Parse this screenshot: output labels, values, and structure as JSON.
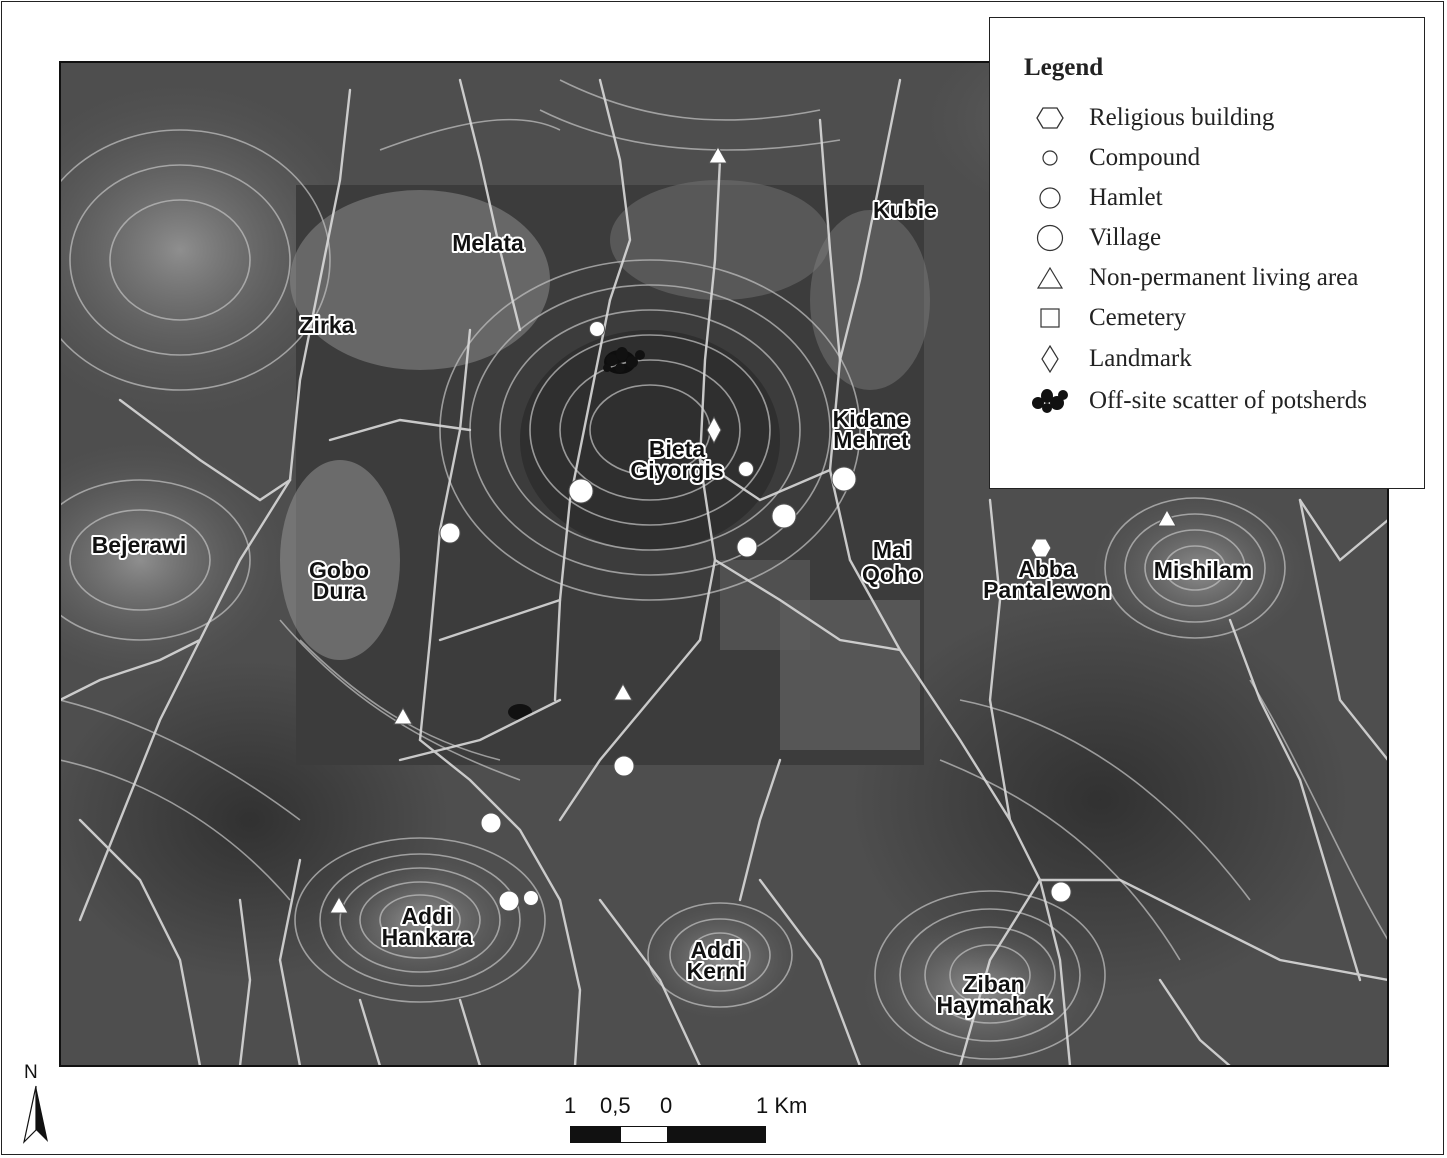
{
  "legend": {
    "title": "Legend",
    "items": [
      {
        "symbol": "hexagon-icon",
        "label": "Religious building"
      },
      {
        "symbol": "small-circle-icon",
        "label": "Compound"
      },
      {
        "symbol": "medium-circle-icon",
        "label": "Hamlet"
      },
      {
        "symbol": "large-circle-icon",
        "label": "Village"
      },
      {
        "symbol": "triangle-icon",
        "label": "Non-permanent living area"
      },
      {
        "symbol": "square-icon",
        "label": "Cemetery"
      },
      {
        "symbol": "diamond-icon",
        "label": "Landmark"
      },
      {
        "symbol": "potsherd-scatter-icon",
        "label": "Off-site scatter of potsherds"
      }
    ]
  },
  "places": [
    {
      "name": "Melata",
      "lines": [
        "Melata"
      ]
    },
    {
      "name": "Kubie",
      "lines": [
        "Kubie"
      ]
    },
    {
      "name": "Zirka",
      "lines": [
        "Zirka"
      ]
    },
    {
      "name": "Kidane Mehret",
      "lines": [
        "Kidane",
        "Mehret"
      ]
    },
    {
      "name": "Bieta Giyorgis",
      "lines": [
        "Bieta",
        "Giyorgis"
      ]
    },
    {
      "name": "Bejerawi",
      "lines": [
        "Bejerawi"
      ]
    },
    {
      "name": "Gobo Dura",
      "lines": [
        "Gobo",
        "Dura"
      ]
    },
    {
      "name": "Mai Qoho",
      "lines": [
        "Mai",
        "Qoho"
      ]
    },
    {
      "name": "Abba Pantalewon",
      "lines": [
        "Abba",
        "Pantalewon"
      ]
    },
    {
      "name": "Mishilam",
      "lines": [
        "Mishilam"
      ]
    },
    {
      "name": "Addi Hankara",
      "lines": [
        "Addi",
        "Hankara"
      ]
    },
    {
      "name": "Addi Kerni",
      "lines": [
        "Addi",
        "Kerni"
      ]
    },
    {
      "name": "Ziban Haymahak",
      "lines": [
        "Ziban",
        "Haymahak"
      ]
    }
  ],
  "north": {
    "letter": "N"
  },
  "scale": {
    "ticks": [
      "1",
      "0,5",
      "0",
      "1 Km"
    ]
  },
  "colors": {
    "map_base": "#4a4a4a",
    "contour": "#bdbdbd",
    "river": "#d9d9d9",
    "marker": "#ffffff"
  }
}
